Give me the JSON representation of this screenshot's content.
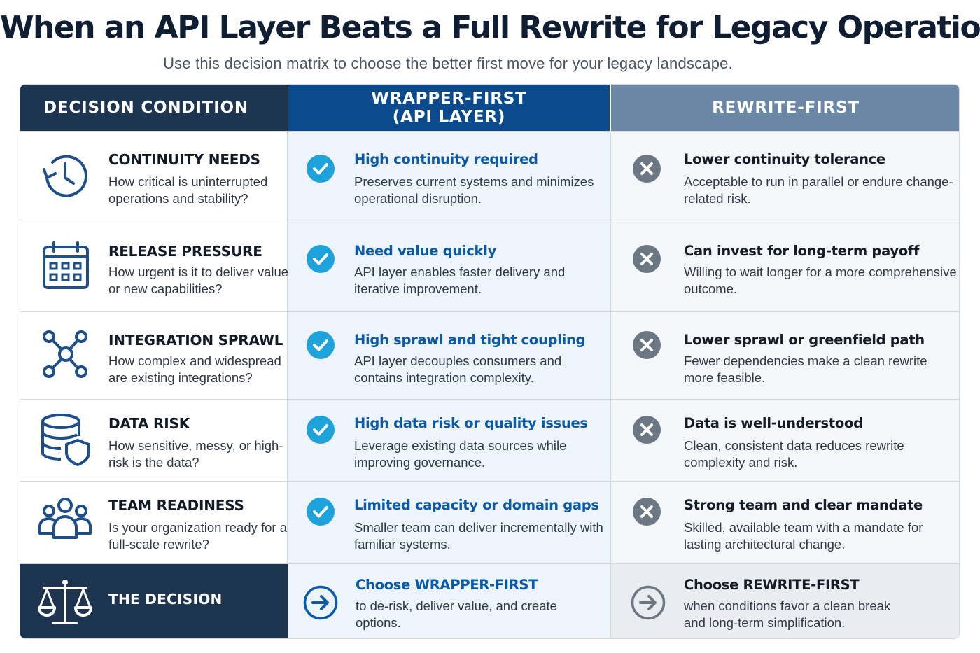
{
  "title": "When an API Layer Beats a Full Rewrite for Legacy Operations",
  "subtitle": "Use this decision matrix to choose the better first move for your legacy landscape.",
  "colors": {
    "navy": "#1e3552",
    "wrapper_blue": "#0b4a8c",
    "rewrite_slate": "#6a88a6",
    "check_cyan": "#1ea2dc",
    "cross_gray": "#6c7784",
    "wrapper_text": "#0b5aa8"
  },
  "headers": {
    "condition": "DECISION CONDITION",
    "wrapper_line1": "WRAPPER-FIRST",
    "wrapper_line2": "(API LAYER)",
    "rewrite": "REWRITE-FIRST"
  },
  "rows": [
    {
      "icon": "clock-history-icon",
      "title": "CONTINUITY NEEDS",
      "desc": "How critical is uninterrupted operations and stability?",
      "wrapper_title": "High continuity required",
      "wrapper_desc": "Preserves current systems and minimizes operational disruption.",
      "rewrite_title": "Lower continuity tolerance",
      "rewrite_desc": "Acceptable to run in parallel or endure change-related risk."
    },
    {
      "icon": "calendar-icon",
      "title": "RELEASE PRESSURE",
      "desc": "How urgent is it to deliver value or new capabilities?",
      "wrapper_title": "Need value quickly",
      "wrapper_desc": "API layer enables faster delivery and iterative improvement.",
      "rewrite_title": "Can invest for long-term payoff",
      "rewrite_desc": "Willing to wait longer for a more comprehensive outcome."
    },
    {
      "icon": "network-nodes-icon",
      "title": "INTEGRATION SPRAWL",
      "desc": "How complex and widespread are existing integrations?",
      "wrapper_title": "High sprawl and tight coupling",
      "wrapper_desc": "API layer decouples consumers and contains integration complexity.",
      "rewrite_title": "Lower sprawl or greenfield path",
      "rewrite_desc": "Fewer dependencies make a clean rewrite more feasible."
    },
    {
      "icon": "database-shield-icon",
      "title": "DATA RISK",
      "desc": "How sensitive, messy, or high-risk is the data?",
      "wrapper_title": "High data risk or quality issues",
      "wrapper_desc": "Leverage existing data sources while improving governance.",
      "rewrite_title": "Data is well-understood",
      "rewrite_desc": "Clean, consistent data reduces rewrite complexity and risk."
    },
    {
      "icon": "team-icon",
      "title": "TEAM READINESS",
      "desc": "Is your organization ready for a full-scale rewrite?",
      "wrapper_title": "Limited capacity or domain gaps",
      "wrapper_desc": "Smaller team can deliver incrementally with familiar systems.",
      "rewrite_title": "Strong team and clear mandate",
      "rewrite_desc": "Skilled, available team with a mandate for lasting architectural change."
    }
  ],
  "decision": {
    "icon": "scales-icon",
    "label": "THE DECISION",
    "wrapper_title": "Choose WRAPPER-FIRST",
    "wrapper_desc": "to de-risk, deliver value, and create options.",
    "rewrite_title": "Choose REWRITE-FIRST",
    "rewrite_desc": "when conditions favor a clean break and long-term simplification."
  }
}
